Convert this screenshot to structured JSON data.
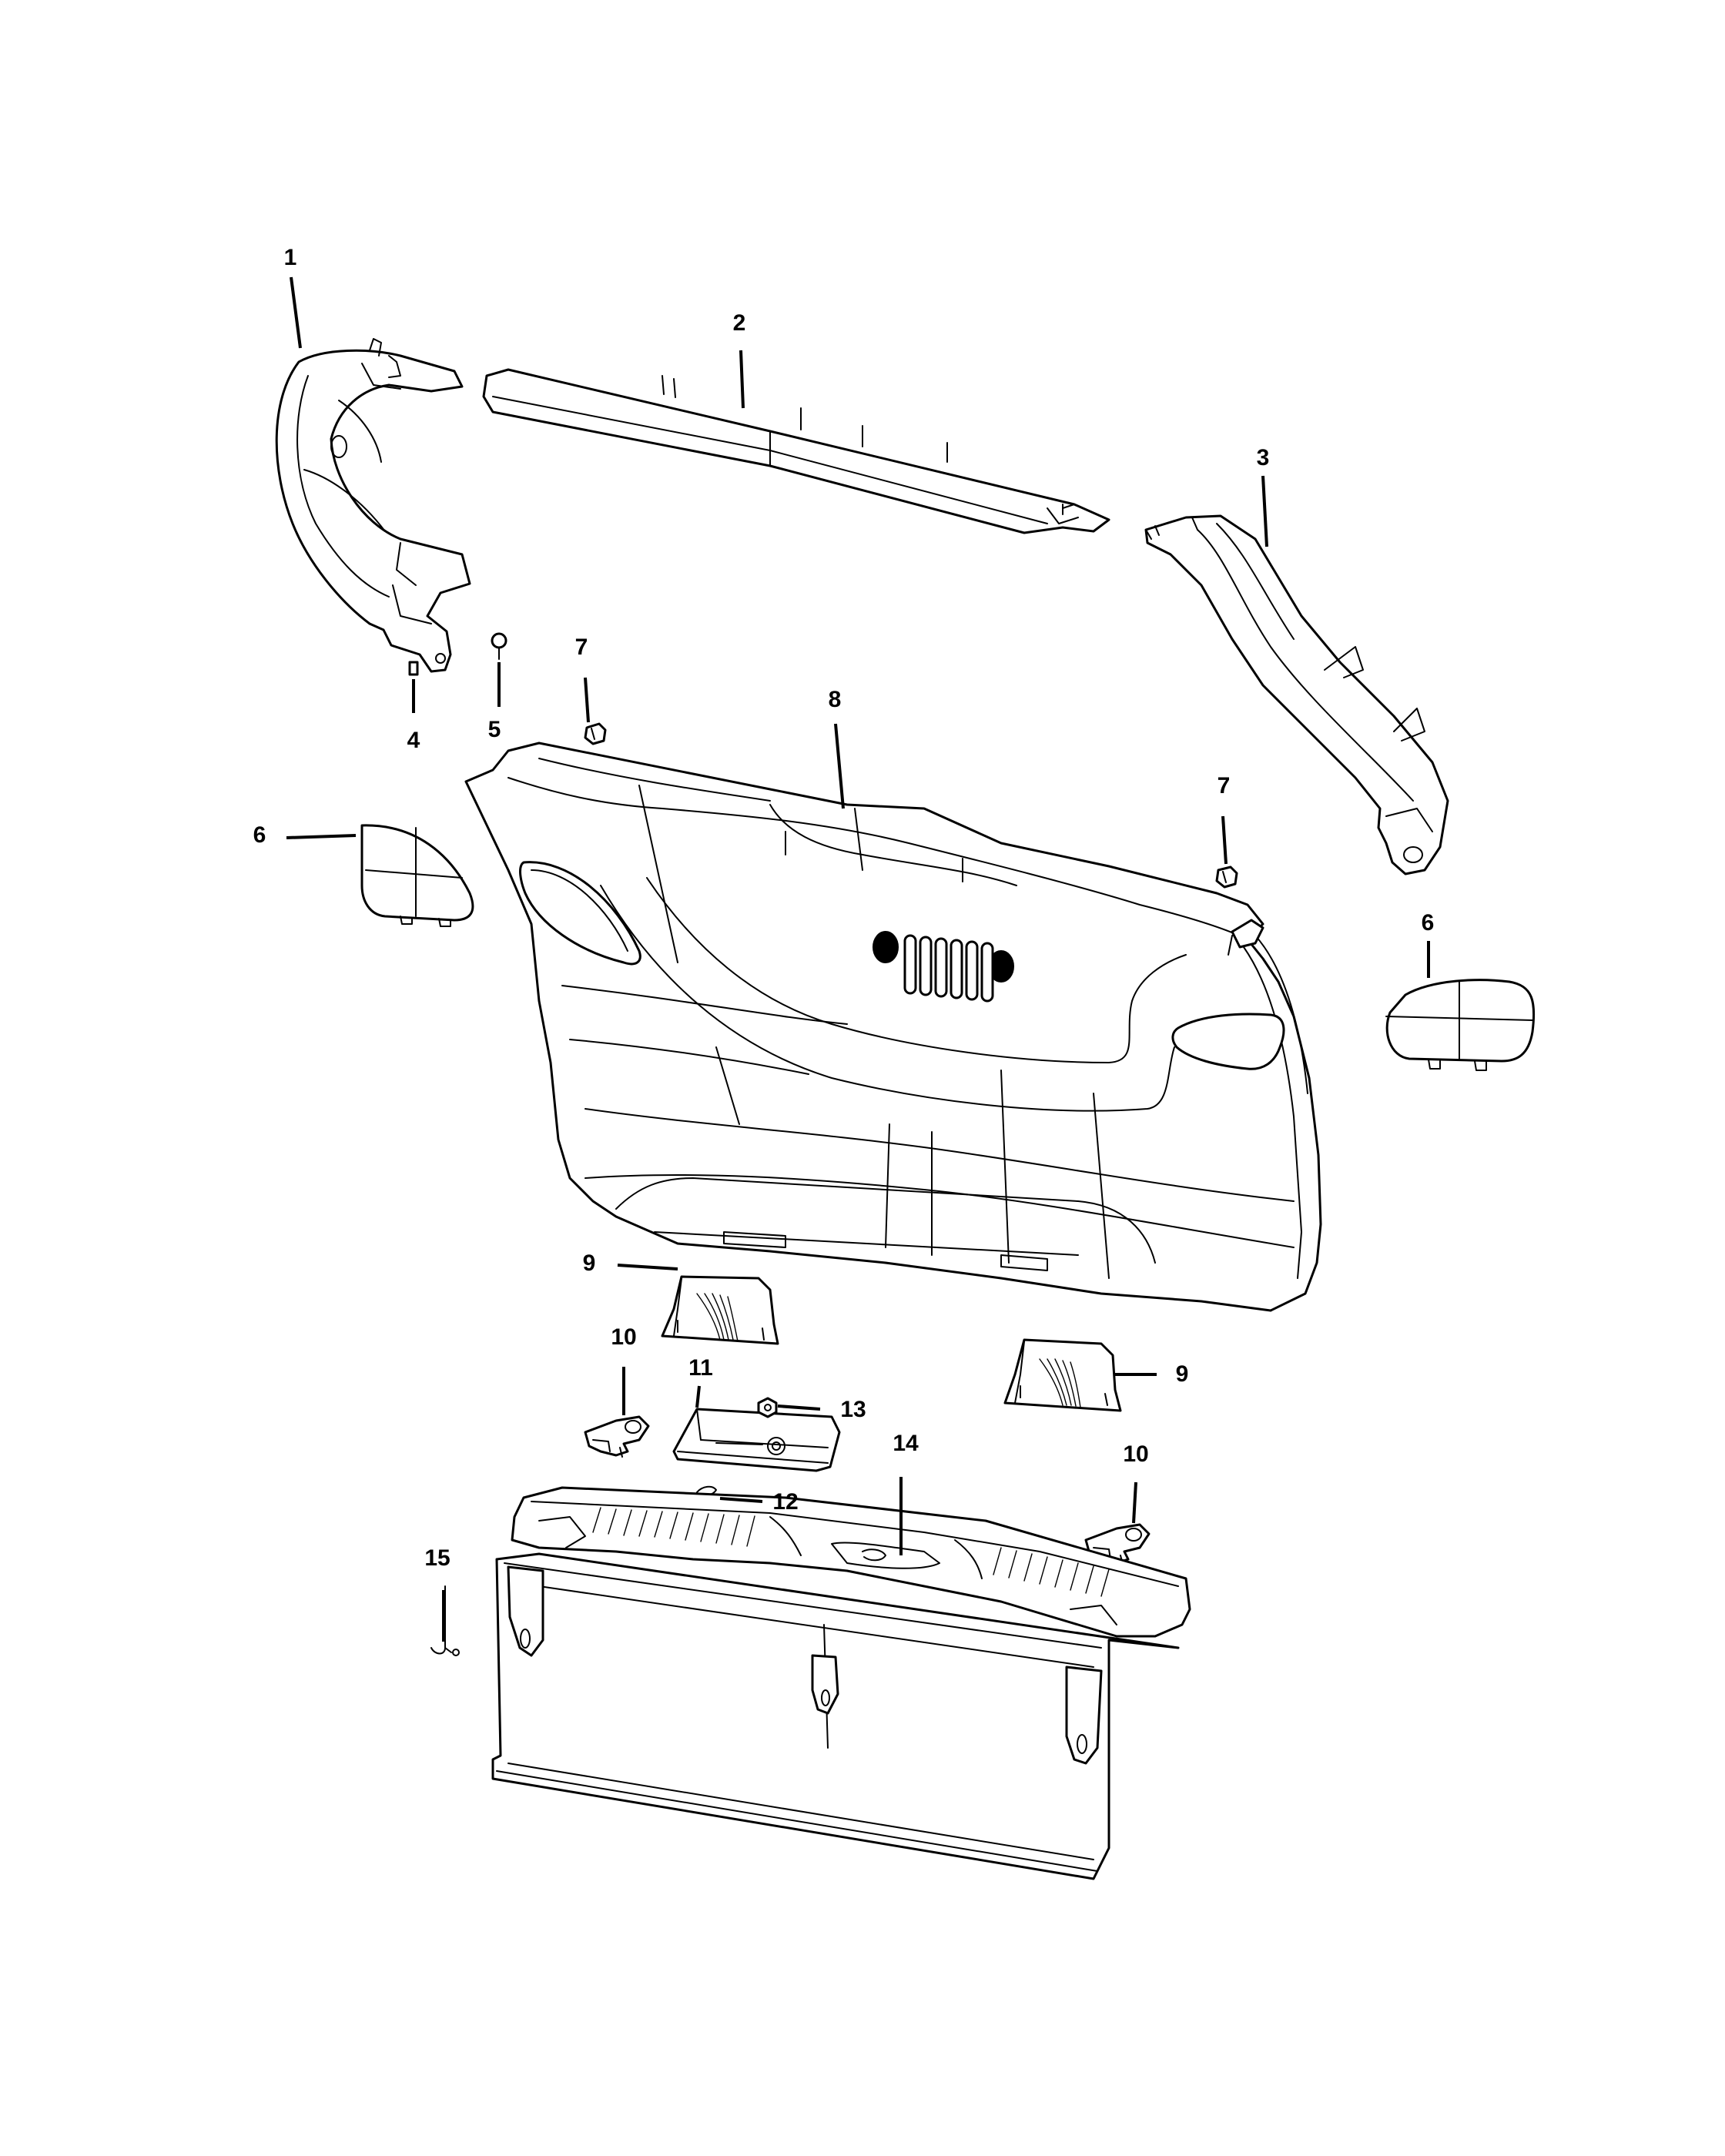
{
  "callouts": [
    {
      "id": "c1",
      "label": "1"
    },
    {
      "id": "c2",
      "label": "2"
    },
    {
      "id": "c3",
      "label": "3"
    },
    {
      "id": "c4",
      "label": "4"
    },
    {
      "id": "c5",
      "label": "5"
    },
    {
      "id": "c6a",
      "label": "6"
    },
    {
      "id": "c6b",
      "label": "6"
    },
    {
      "id": "c7a",
      "label": "7"
    },
    {
      "id": "c7b",
      "label": "7"
    },
    {
      "id": "c8",
      "label": "8"
    },
    {
      "id": "c9a",
      "label": "9"
    },
    {
      "id": "c9b",
      "label": "9"
    },
    {
      "id": "c10a",
      "label": "10"
    },
    {
      "id": "c10b",
      "label": "10"
    },
    {
      "id": "c11",
      "label": "11"
    },
    {
      "id": "c12",
      "label": "12"
    },
    {
      "id": "c13",
      "label": "13"
    },
    {
      "id": "c14",
      "label": "14"
    },
    {
      "id": "c15",
      "label": "15"
    }
  ]
}
